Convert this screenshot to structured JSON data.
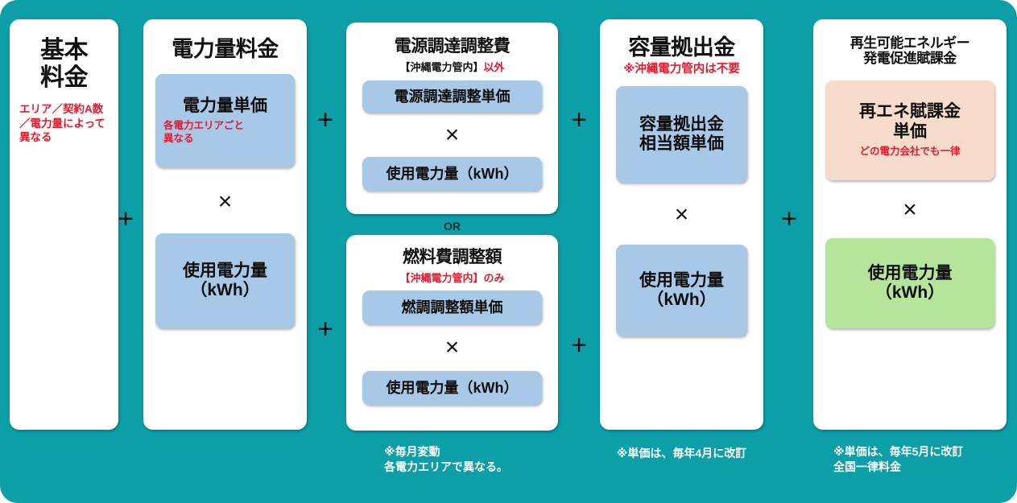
{
  "theme": {
    "background_teal": "#0d9fa8",
    "card_white": "#ffffff",
    "box_blue": "#a8c8e8",
    "box_peach": "#f7dccb",
    "box_green": "#b4e59a",
    "accent_red": "#e8192c",
    "text_black": "#101010"
  },
  "operators": {
    "plus": "+",
    "times": "×",
    "or": "OR"
  },
  "columns": {
    "basic_charge": {
      "title": "基本\n料金",
      "note": "エリア／契約A数\n／電力量によって\n異なる"
    },
    "energy_charge": {
      "title": "電力量料金",
      "unit_box": {
        "label": "電力量単価",
        "note": "各電力エリアごと\n異なる"
      },
      "usage_box": {
        "label": "使用電力量\n（kWh）"
      }
    },
    "power_procurement": {
      "title": "電源調達調整費",
      "subtitle_black": "【沖縄電力管内】",
      "subtitle_red": "以外",
      "unit_box": {
        "label": "電源調達調整単価"
      },
      "usage_box": {
        "label": "使用電力量（kWh）"
      }
    },
    "fuel_adjustment": {
      "title": "燃料費調整額",
      "subtitle": "【沖縄電力管内】のみ",
      "unit_box": {
        "label": "燃調調整額単価"
      },
      "usage_box": {
        "label": "使用電力量（kWh）"
      },
      "footnote": "※毎月変動\n各電力エリアで異なる。"
    },
    "capacity_contribution": {
      "title": "容量拠出金",
      "subtitle": "※沖縄電力管内は不要",
      "unit_box": {
        "label": "容量拠出金\n相当額単価"
      },
      "usage_box": {
        "label": "使用電力量\n（kWh）"
      },
      "footnote": "※単価は、毎年4月に改訂"
    },
    "renewable_levy": {
      "title": "再生可能エネルギー\n発電促進賦課金",
      "unit_box": {
        "label": "再エネ賦課金\n単価",
        "note": "どの電力会社でも一律"
      },
      "usage_box": {
        "label": "使用電力量\n（kWh）"
      },
      "footnote": "※単価は、毎年5月に改訂\n全国一律料金"
    }
  }
}
